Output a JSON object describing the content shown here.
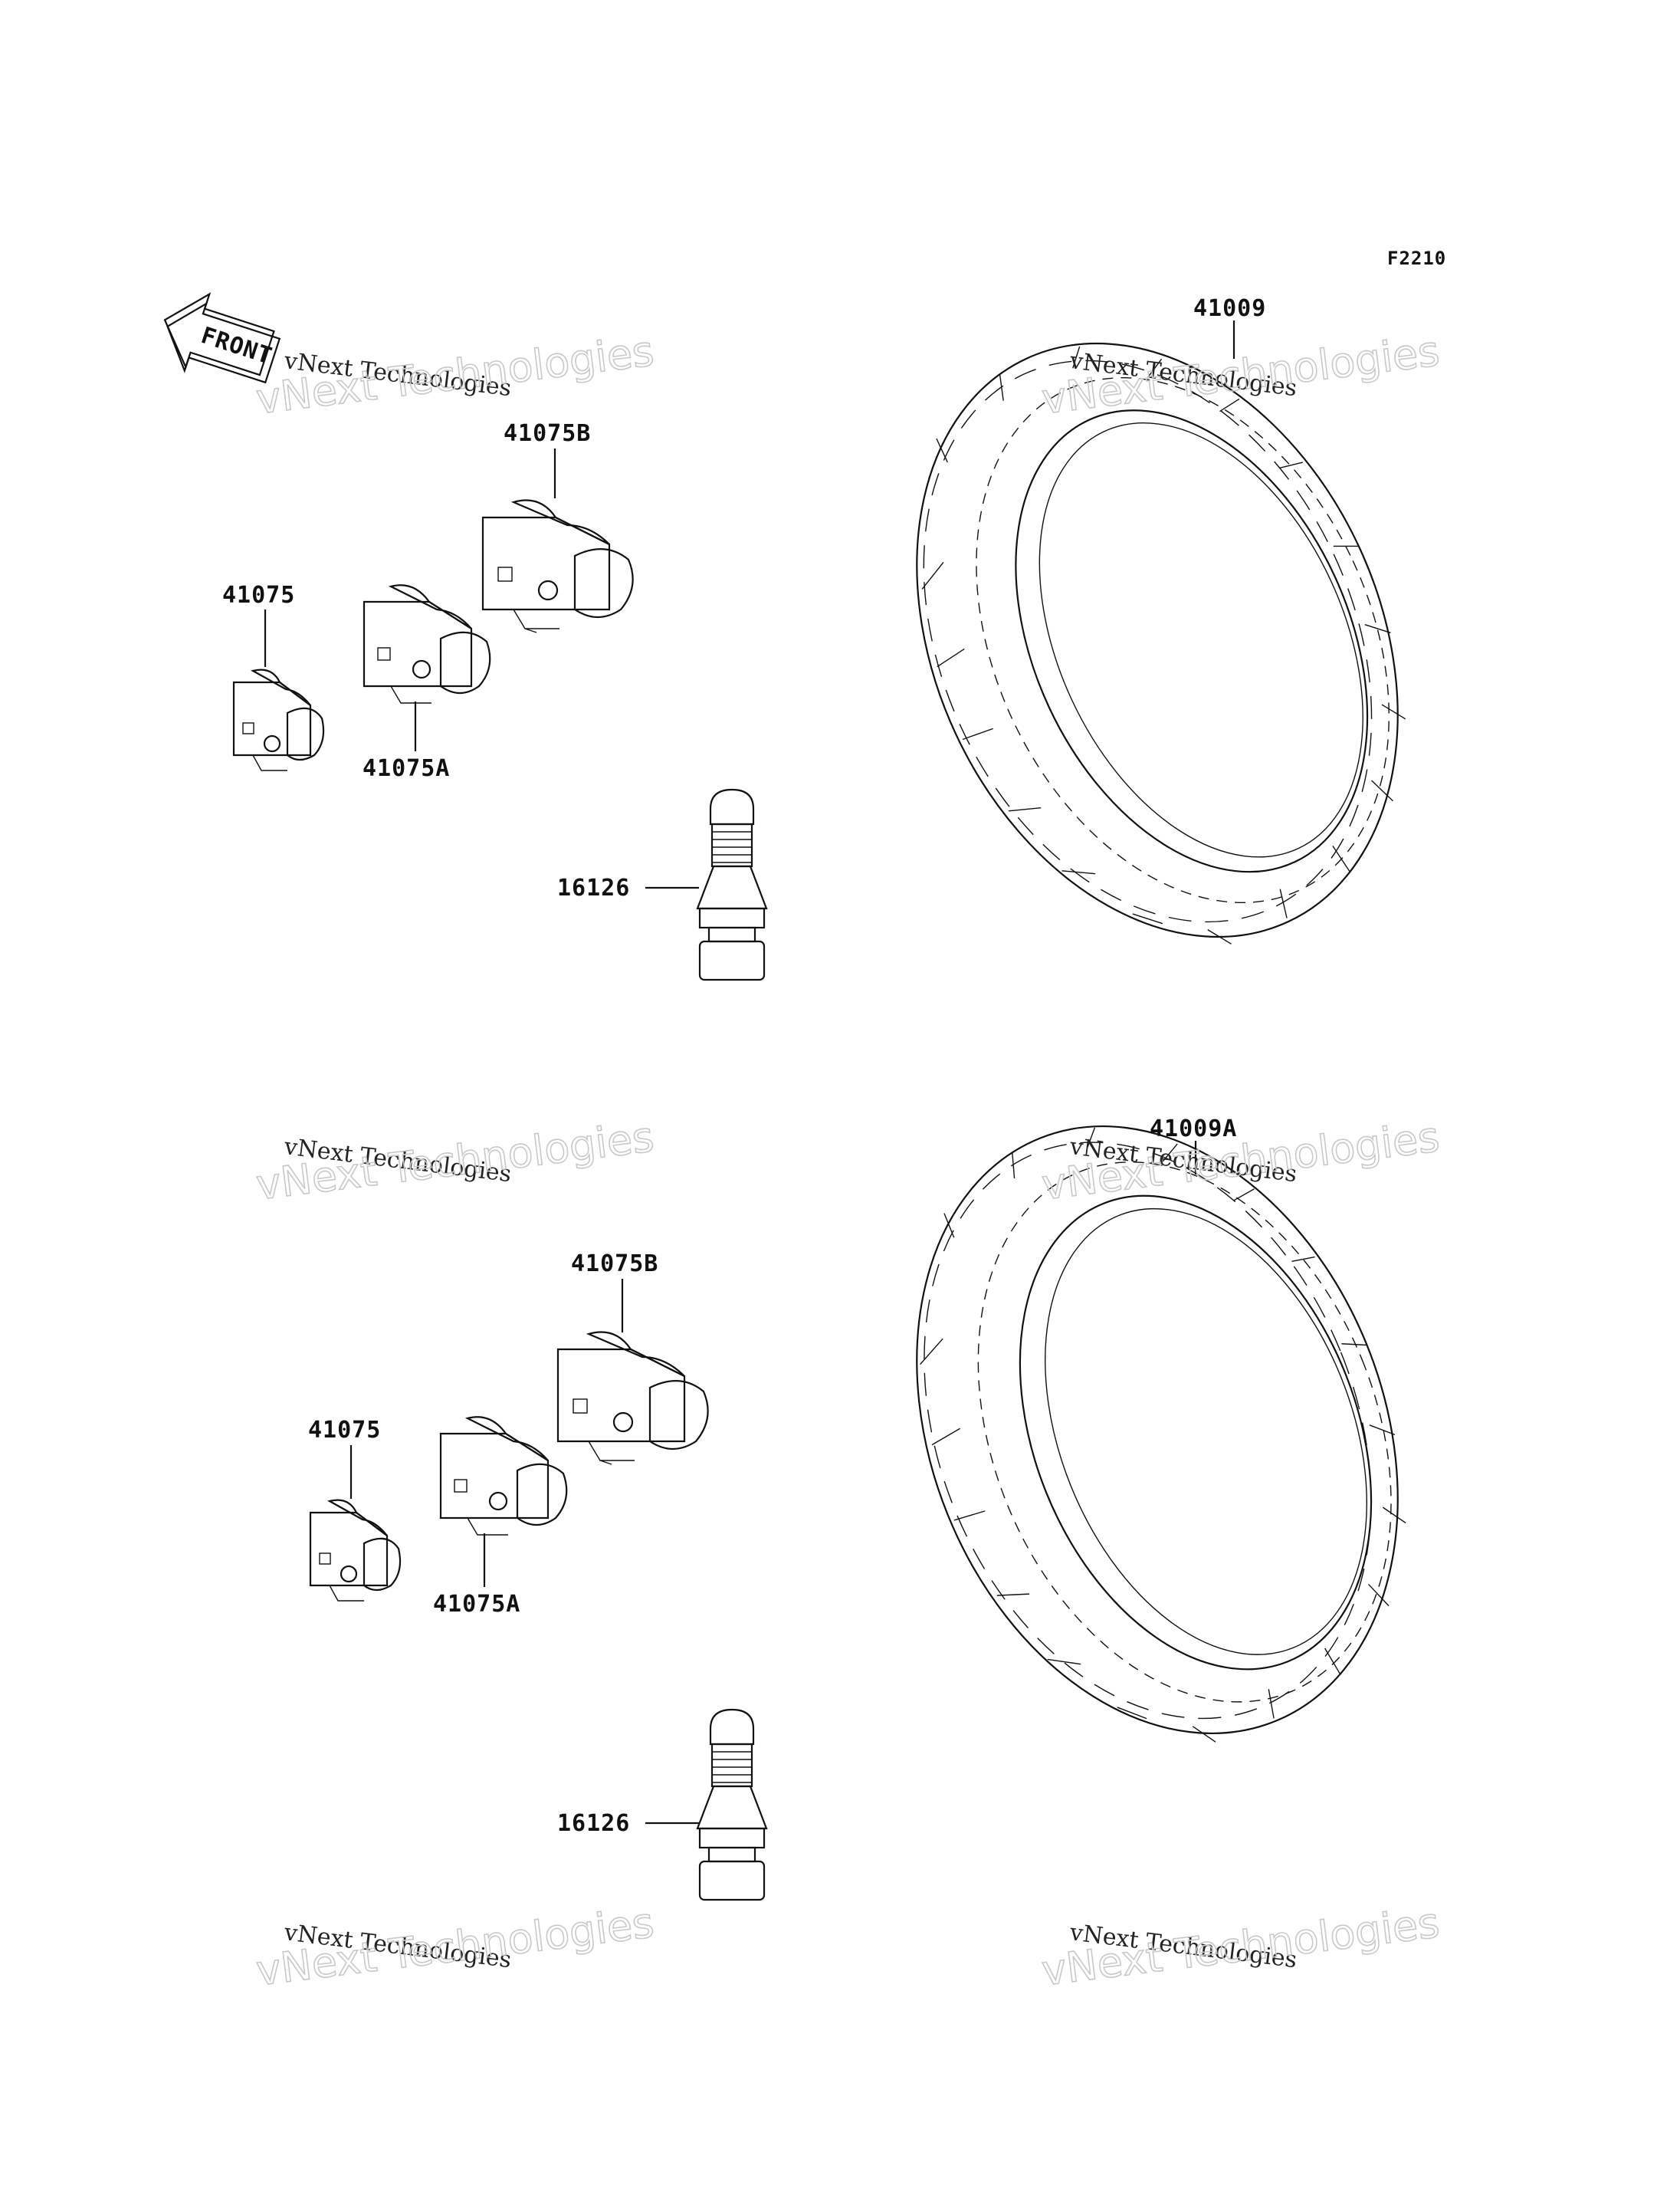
{
  "figure_code": "F2210",
  "front_arrow": {
    "text": "FRONT",
    "icon": "front-arrow-icon"
  },
  "groups": [
    {
      "tire": "41009",
      "weight_small": "41075",
      "weight_medium": "41075A",
      "weight_large": "41075B",
      "valve": "16126"
    },
    {
      "tire": "41009A",
      "weight_small": "41075",
      "weight_medium": "41075A",
      "weight_large": "41075B",
      "valve": "16126"
    }
  ],
  "watermark": {
    "line1": "vNext Technologies",
    "line2": "vNext Technologies"
  },
  "colors": {
    "ink": "#111111",
    "watermark_outline": "#c9c9c9",
    "background": "#ffffff"
  }
}
